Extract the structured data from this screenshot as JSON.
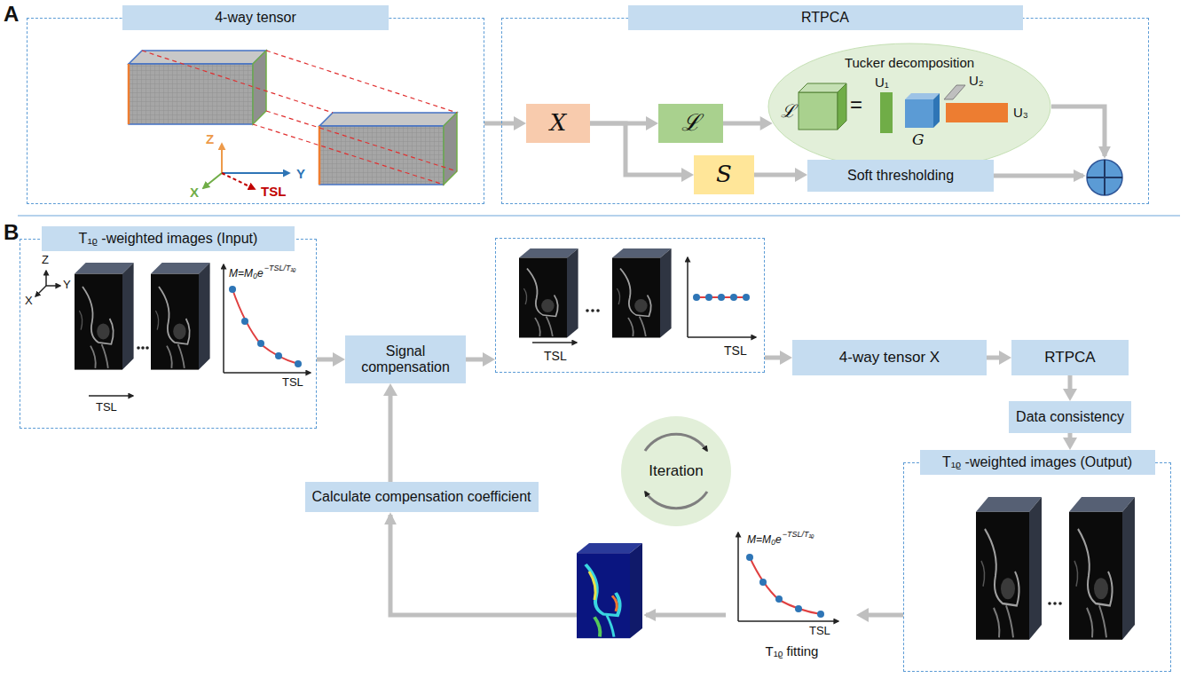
{
  "diagram": {
    "nodes": [
      {
        "text": [
          "4-way tensor"
        ]
      },
      {
        "text": [
          "RTPCA"
        ]
      },
      {
        "text": [
          "X"
        ],
        "in": 1
      },
      {
        "text": [
          "ℒ"
        ],
        "in": 1
      },
      {
        "text": [
          "Tucker decomposition"
        ],
        "in": 1
      },
      {
        "text": [
          "S"
        ],
        "in": 1
      },
      {
        "text": [
          "Soft thresholding"
        ],
        "in": 1
      },
      {
        "text": [
          "T₁ᵨ -weighted images (Input)"
        ]
      },
      {
        "text": [
          "Signal compensation"
        ]
      },
      {
        "text": [
          "TSL",
          "TSL"
        ]
      },
      {
        "text": [
          "4-way tensor X"
        ]
      },
      {
        "text": [
          "RTPCA"
        ]
      },
      {
        "text": [
          "Data consistency"
        ]
      },
      {
        "text": [
          "Calculate compensation coefficient"
        ]
      },
      {
        "text": [
          "Iteration"
        ]
      },
      {
        "text": [
          "T₁ᵨ -weighted images (Output)"
        ]
      },
      {
        "text": [
          "T₁ᵨ fitting"
        ]
      }
    ],
    "edges": [
      {
        "from": 0,
        "to": 2,
        "arrow": "to"
      },
      {
        "from": 2,
        "to": 3,
        "arrow": "to"
      },
      {
        "from": 3,
        "to": 4,
        "arrow": "to"
      },
      {
        "from": 2,
        "to": 5,
        "arrow": "to"
      },
      {
        "from": 5,
        "to": 6,
        "arrow": "to"
      },
      {
        "from": 7,
        "to": 8,
        "arrow": "to"
      },
      {
        "from": 8,
        "to": 9,
        "arrow": "to"
      },
      {
        "from": 9,
        "to": 10,
        "arrow": "to"
      },
      {
        "from": 10,
        "to": 11,
        "arrow": "to"
      },
      {
        "from": 11,
        "to": 12,
        "arrow": "to"
      },
      {
        "from": 12,
        "to": 15,
        "arrow": "to"
      },
      {
        "from": 15,
        "to": 16,
        "arrow": "to"
      },
      {
        "from": 13,
        "to": 8,
        "arrow": "to"
      }
    ],
    "labels": [
      "A",
      "B",
      "Z",
      "Y",
      "X",
      "TSL",
      "ℒ",
      "=",
      "U₁",
      "U₂",
      "G",
      "U₃",
      "Z",
      "X",
      "Y",
      "TSL",
      "M=M₀e",
      "−TSL/T₁ᵨ",
      "TSL",
      "M=M₀e",
      "−TSL/T₁ᵨ",
      "TSL"
    ]
  }
}
